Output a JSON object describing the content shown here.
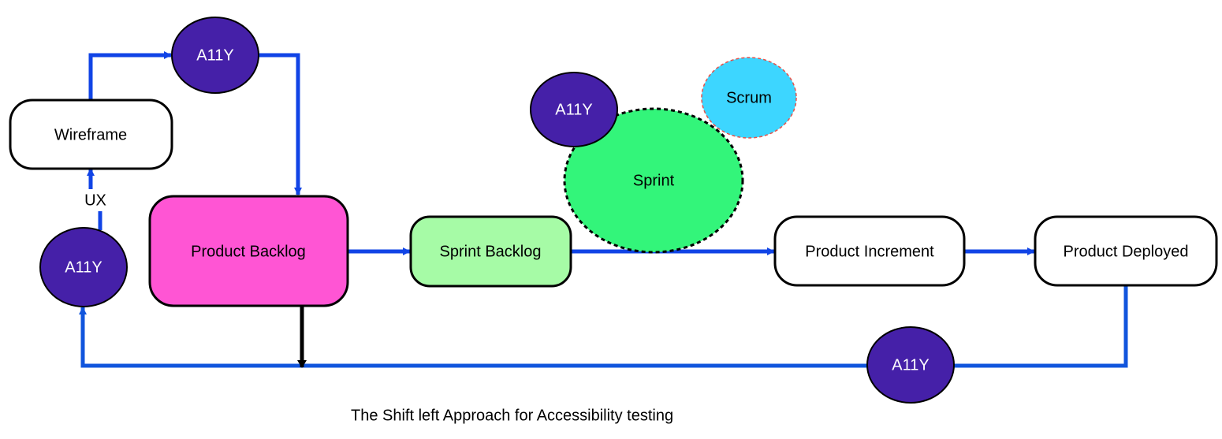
{
  "nodes": {
    "wireframe": "Wireframe",
    "product_backlog": "Product Backlog",
    "sprint_backlog": "Sprint Backlog",
    "product_increment": "Product Increment",
    "product_deployed": "Product Deployed",
    "sprint": "Sprint",
    "scrum": "Scrum"
  },
  "a11y": {
    "top": "A11Y",
    "sprint": "A11Y",
    "left": "A11Y",
    "bottom": "A11Y"
  },
  "ux_label": "UX",
  "caption": "The Shift left Approach for Accessibility testing",
  "colors": {
    "flow_line": "#1144e6",
    "loop_line": "#1155dd",
    "a11y_fill": "#4520a8",
    "product_backlog_fill": "#ff55d4",
    "sprint_backlog_fill": "#a6fba6",
    "sprint_fill": "#33f57a",
    "scrum_fill": "#3dd6ff",
    "scrum_border": "#e5534b",
    "box_border": "#000000"
  }
}
